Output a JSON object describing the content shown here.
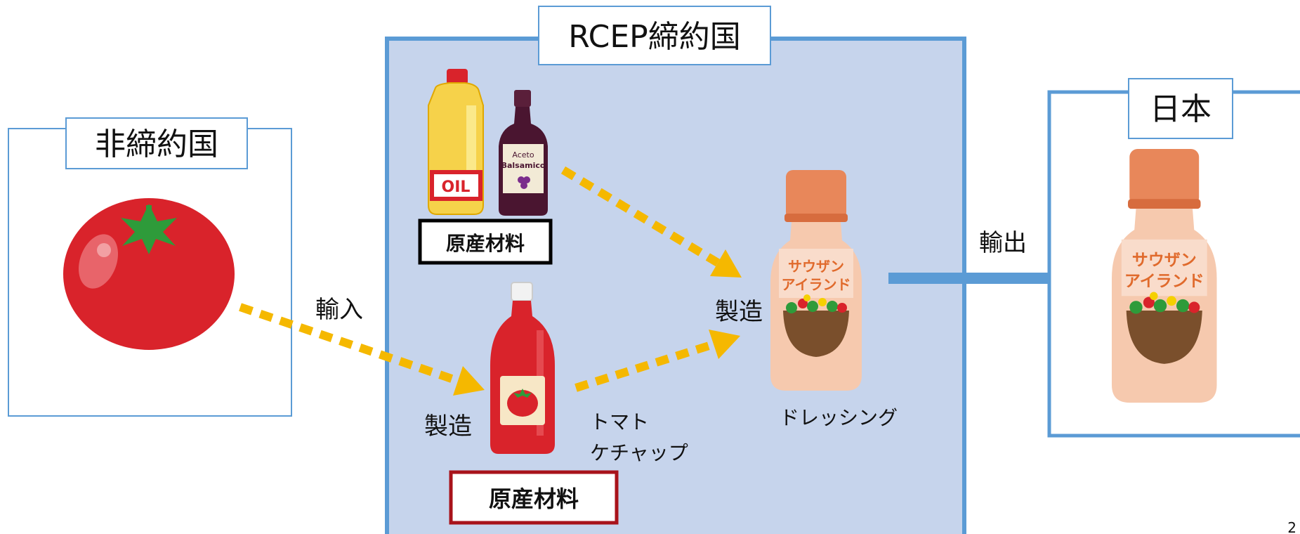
{
  "labels": {
    "non_member": "非締約国",
    "rcep_member": "RCEP締約国",
    "japan": "日本",
    "import": "輸入",
    "export": "輸出",
    "manufacture_ketchup": "製造",
    "manufacture_dressing": "製造",
    "ketchup_line1": "トマト",
    "ketchup_line2": "ケチャップ",
    "dressing": "ドレッシング",
    "originating_material_oil": "原産材料",
    "originating_material_ketchup": "原産材料",
    "page_number": "2"
  },
  "illustrations": {
    "oil_label": "OIL",
    "balsamic_line1": "Aceto",
    "balsamic_line2": "Balsamico",
    "dressing_label_line1": "サウザン",
    "dressing_label_line2": "アイランド",
    "dressing_export_label_line1": "サウザン",
    "dressing_export_label_line2": "アイランド"
  },
  "colors": {
    "box_border": "#5b9bd5",
    "rcep_fill": "#c6d4ec",
    "dotted_arrow": "#f5b800",
    "export_arrow": "#5b9bd5",
    "originating_box_black": "#000000",
    "originating_box_red": "#a8131b"
  }
}
